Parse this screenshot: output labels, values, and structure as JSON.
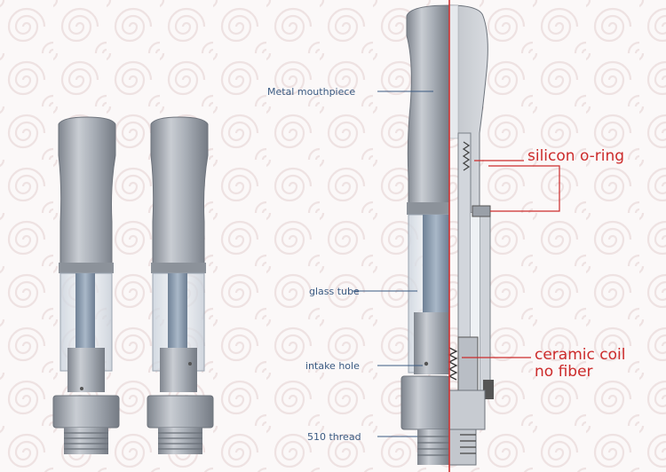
{
  "labels": {
    "mouthpiece": "Metal mouthpiece",
    "glass_tube": "glass tube",
    "intake_hole": "intake hole",
    "thread": "510 thread",
    "oring": "silicon o-ring",
    "coil_line1": "ceramic coil",
    "coil_line2": "no fiber"
  },
  "colors": {
    "background": "#fbf8f8",
    "swirl": "#efe4e4",
    "metal": "#a9aeb6",
    "metal_dark": "#7f858e",
    "glass": "#dfe6ee",
    "center_post": "#8e9fb2",
    "blue_label": "#3a5a82",
    "red_callout": "#cc2b2b"
  }
}
